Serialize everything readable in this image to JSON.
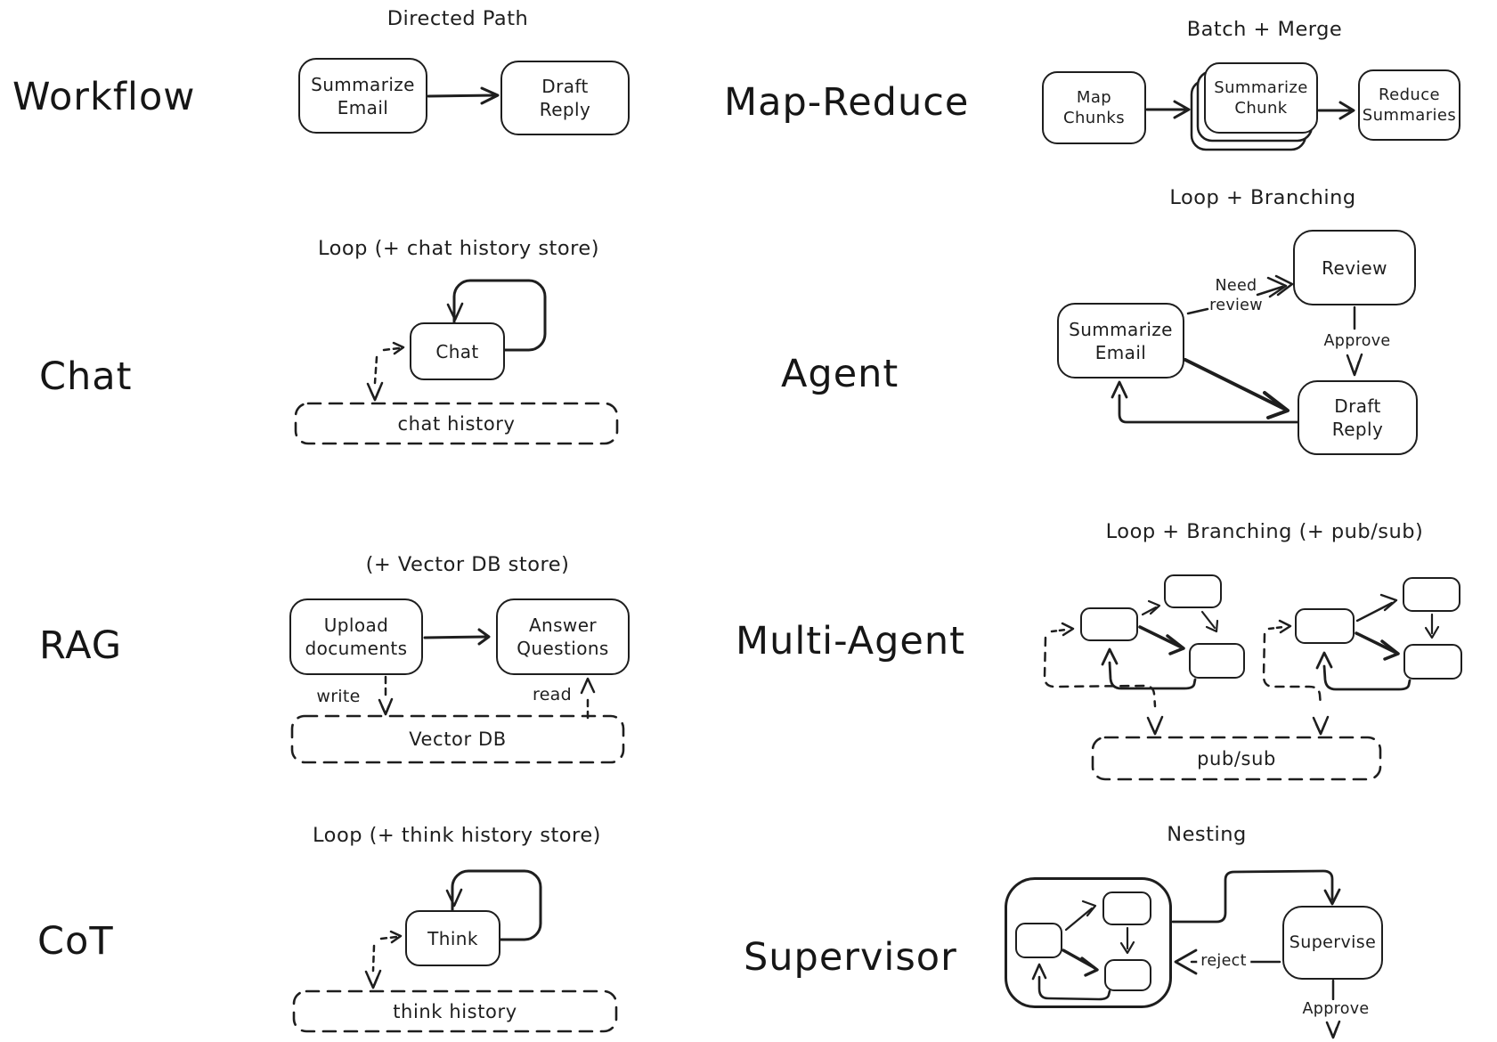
{
  "canvas": {
    "background": "#ffffff",
    "ink": "#1e1e1e"
  },
  "workflow": {
    "label": "Workflow",
    "title": "Directed Path",
    "node_summarize_email": "Summarize\nEmail",
    "node_draft_reply": "Draft\nReply"
  },
  "map_reduce": {
    "label": "Map-Reduce",
    "title": "Batch + Merge",
    "node_map_chunks": "Map\nChunks",
    "node_summarize_chunk": "Summarize\nChunk",
    "node_reduce_summaries": "Reduce\nSummaries"
  },
  "chat": {
    "label": "Chat",
    "title": "Loop (+ chat history store)",
    "node_chat": "Chat",
    "store_chat_history": "chat history"
  },
  "agent": {
    "label": "Agent",
    "title": "Loop + Branching",
    "node_summarize_email": "Summarize\nEmail",
    "node_review": "Review",
    "node_draft_reply": "Draft\nReply",
    "edge_need_review": "Need\nreview",
    "edge_approve": "Approve"
  },
  "rag": {
    "label": "RAG",
    "title": "(+ Vector DB store)",
    "node_upload_documents": "Upload\ndocuments",
    "node_answer_questions": "Answer\nQuestions",
    "edge_write": "write",
    "edge_read": "read",
    "store_vector_db": "Vector DB"
  },
  "multi_agent": {
    "label": "Multi-Agent",
    "title": "Loop + Branching (+ pub/sub)",
    "store_pub_sub": "pub/sub"
  },
  "cot": {
    "label": "CoT",
    "title": "Loop (+ think history store)",
    "node_think": "Think",
    "store_think_history": "think history"
  },
  "supervisor": {
    "label": "Supervisor",
    "title": "Nesting",
    "node_supervise": "Supervise",
    "edge_reject": "reject",
    "edge_approve": "Approve"
  }
}
